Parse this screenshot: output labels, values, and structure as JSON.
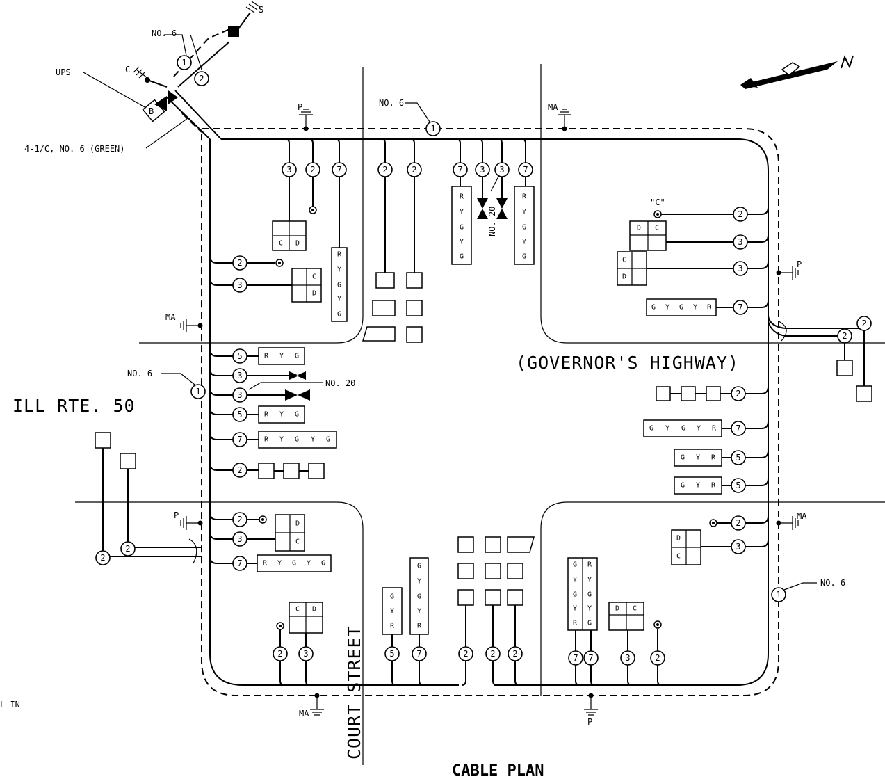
{
  "labels": {
    "no6_top": "NO. 6",
    "no6_center": "NO. 6",
    "no6_left": "NO. 6",
    "no6_right": "NO. 6",
    "ups": "UPS",
    "feeder": "4-1/C, NO. 6 (GREEN)",
    "no20_top": "NO. 20",
    "no20_left": "NO. 20",
    "c_quote": "\"C\"",
    "gnd_s": "S",
    "gnd_c": "C",
    "gnd_p_top": "P",
    "gnd_ma_top": "MA",
    "gnd_p_right": "P",
    "gnd_ma_left": "MA",
    "gnd_p_left": "P",
    "gnd_ma_right": "MA",
    "gnd_ma_bottom": "MA",
    "gnd_p_bottom": "P",
    "cut_text": "L  IN"
  },
  "streets": {
    "ill_rte": "ILL RTE. 50",
    "governors": "(GOVERNOR'S HIGHWAY)",
    "court": "COURT STREET"
  },
  "title": "CABLE PLAN",
  "signal_letters": {
    "r": "R",
    "y": "Y",
    "g": "G",
    "c": "C",
    "d": "D",
    "b": "B"
  },
  "arrow_labels": {
    "ly": "Y",
    "lg": "G"
  },
  "bubbles": {
    "b1_top": "1",
    "b1_left": "1",
    "b1_top2": "1",
    "b1_right": "1",
    "top_3": "3",
    "top_2a": "2",
    "top_7a": "7",
    "top_2b": "2",
    "top_2c": "2",
    "top_7b": "7",
    "top_3b": "3",
    "top_3c": "3",
    "top_7c": "7",
    "nw_2": "2",
    "nw_3": "3",
    "w_5a": "5",
    "w_3a": "3",
    "w_3b": "3",
    "w_5b": "5",
    "w_7": "7",
    "w_2": "2",
    "sw_2": "2",
    "sw_3": "3",
    "sw_7": "7",
    "ww_2a": "2",
    "ww_2b": "2",
    "ne_2": "2",
    "ne_3a": "3",
    "ne_3b": "3",
    "ne_7": "7",
    "e_2a": "2",
    "e_2b": "2",
    "e_2": "2",
    "e_7": "7",
    "e_5a": "5",
    "e_5b": "5",
    "se_2": "2",
    "se_3": "3",
    "s_2a": "2",
    "s_3a": "3",
    "s_5": "5",
    "s_7": "7",
    "s_2b": "2",
    "s_2c": "2",
    "s_2d": "2",
    "s_7a": "7",
    "s_7b": "7",
    "s_3b": "3",
    "s_2e": "2"
  }
}
